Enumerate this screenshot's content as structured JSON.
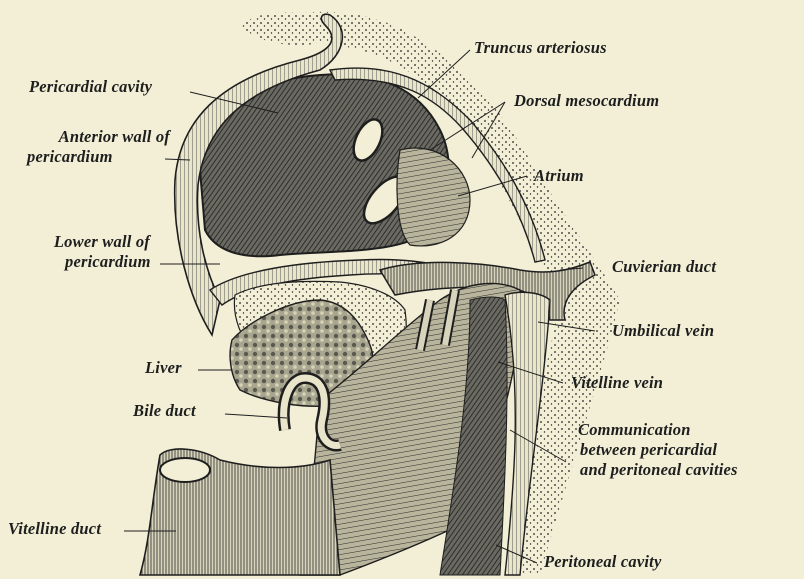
{
  "labels": {
    "truncus_arteriosus": "Truncus arteriosus",
    "pericardial_cavity": "Pericardial cavity",
    "dorsal_mesocardium": "Dorsal mesocardium",
    "anterior_wall_1": "Anterior wall of",
    "anterior_wall_2": "pericardium",
    "atrium": "Atrium",
    "lower_wall_1": "Lower wall of",
    "lower_wall_2": "pericardium",
    "cuvierian_duct": "Cuvierian duct",
    "umbilical_vein": "Umbilical vein",
    "liver": "Liver",
    "vitelline_vein": "Vitelline vein",
    "bile_duct": "Bile duct",
    "communication_1": "Communication",
    "communication_2": "between pericardial",
    "communication_3": "and peritoneal cavities",
    "vitelline_duct": "Vitelline duct",
    "peritoneal_cavity": "Peritoneal cavity"
  },
  "colors": {
    "background": "#f2efd6",
    "ink": "#1e1e1e",
    "dark_tissue": "#3a3a38",
    "mid_tissue": "#8c8a80",
    "light_tissue": "#cfcbb3"
  }
}
